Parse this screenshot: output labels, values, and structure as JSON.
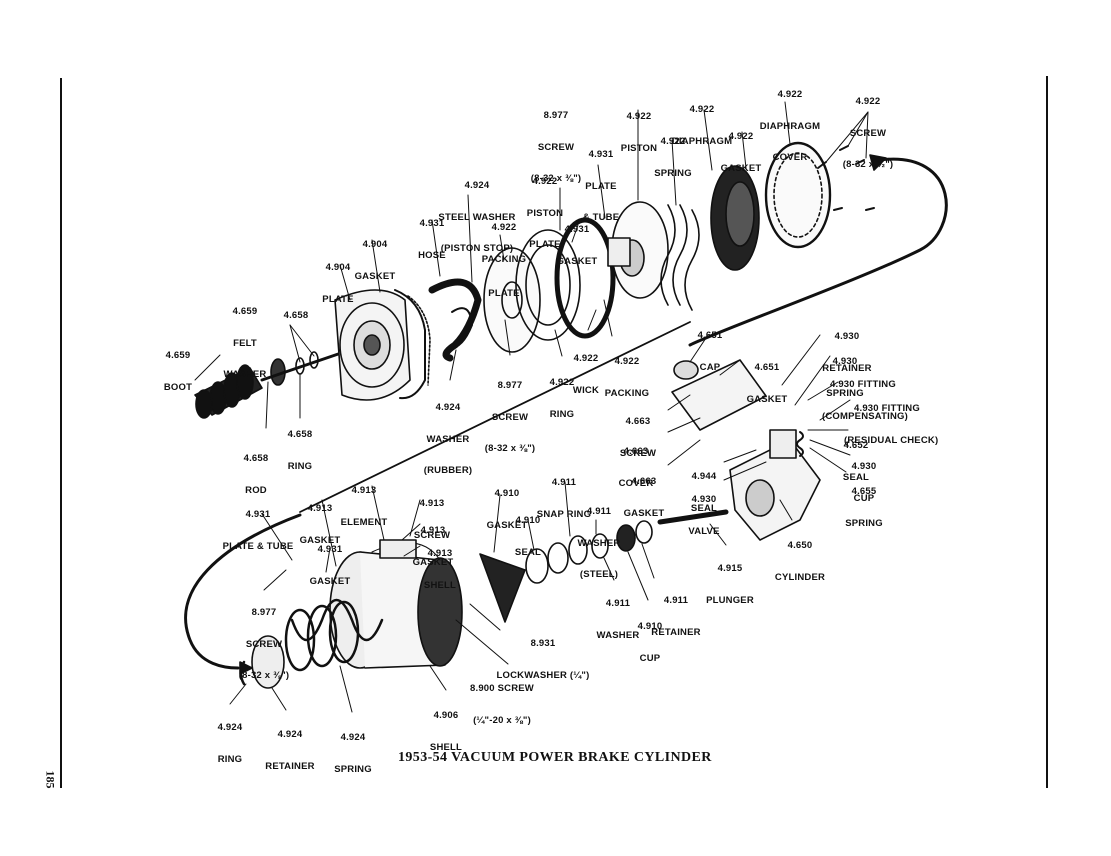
{
  "figure": {
    "caption": "1953-54 VACUUM POWER BRAKE CYLINDER",
    "page_number": "185"
  },
  "labels": [
    {
      "id": "screw-8977-top",
      "lines": [
        "8.977",
        "SCREW",
        "(8-32 x ⅜\")"
      ]
    },
    {
      "id": "piston-4922",
      "lines": [
        "4.922",
        "PISTON"
      ]
    },
    {
      "id": "diaphragm-4922",
      "lines": [
        "4.922",
        "DIAPHRAGM"
      ]
    },
    {
      "id": "diaphragm-cover-4922",
      "lines": [
        "4.922",
        "DIAPHRAGM",
        "COVER"
      ]
    },
    {
      "id": "screw-4922",
      "lines": [
        "4.922",
        "SCREW",
        "(8-32 x ½\")"
      ]
    },
    {
      "id": "plate-tube-4931-top",
      "lines": [
        "4.931",
        "PLATE",
        "& TUBE"
      ]
    },
    {
      "id": "spring-4922",
      "lines": [
        "4.922",
        "SPRING"
      ]
    },
    {
      "id": "gasket-4922",
      "lines": [
        "4.922",
        "GASKET"
      ]
    },
    {
      "id": "steel-washer-4924",
      "lines": [
        "4.924",
        "STEEL WASHER",
        "(PISTON STOP)"
      ]
    },
    {
      "id": "piston-plate-4922",
      "lines": [
        "4.922",
        "PISTON",
        "PLATE"
      ]
    },
    {
      "id": "hose-4931",
      "lines": [
        "4.931",
        "HOSE"
      ]
    },
    {
      "id": "packing-plate-4922",
      "lines": [
        "4.922",
        "PACKING",
        "PLATE"
      ]
    },
    {
      "id": "gasket-4931-top",
      "lines": [
        "4.931",
        "GASKET"
      ]
    },
    {
      "id": "gasket-4904",
      "lines": [
        "4.904",
        "GASKET"
      ]
    },
    {
      "id": "plate-4904",
      "lines": [
        "4.904",
        "PLATE"
      ]
    },
    {
      "id": "felt-washer-4659",
      "lines": [
        "4.659",
        "FELT",
        "WASHER"
      ]
    },
    {
      "id": "label-4658",
      "lines": [
        "4.658"
      ]
    },
    {
      "id": "boot-4659",
      "lines": [
        "4.659",
        "BOOT"
      ]
    },
    {
      "id": "wick-4922",
      "lines": [
        "4.922",
        "WICK"
      ]
    },
    {
      "id": "packing-4922",
      "lines": [
        "4.922",
        "PACKING"
      ]
    },
    {
      "id": "screw-8977-mid",
      "lines": [
        "8.977",
        "SCREW",
        "(8-32 x ⅜\")"
      ]
    },
    {
      "id": "ring-4922",
      "lines": [
        "4.922",
        "RING"
      ]
    },
    {
      "id": "washer-rubber-4924",
      "lines": [
        "4.924",
        "WASHER",
        "(RUBBER)"
      ]
    },
    {
      "id": "ring-4658",
      "lines": [
        "4.658",
        "RING"
      ]
    },
    {
      "id": "rod-4658",
      "lines": [
        "4.658",
        "ROD"
      ]
    },
    {
      "id": "cap-4651",
      "lines": [
        "4.651",
        "CAP"
      ]
    },
    {
      "id": "gasket-4651",
      "lines": [
        "4.651",
        "GASKET"
      ]
    },
    {
      "id": "retainer-4930",
      "lines": [
        "4.930",
        "RETAINER"
      ]
    },
    {
      "id": "spring-4930",
      "lines": [
        "4.930",
        "SPRING"
      ]
    },
    {
      "id": "fitting-comp-4930",
      "lines": [
        "4.930 FITTING",
        "(COMPENSATING)"
      ]
    },
    {
      "id": "fitting-resid-4930",
      "lines": [
        "4.930 FITTING",
        "(RESIDUAL CHECK)"
      ]
    },
    {
      "id": "screw-4663",
      "lines": [
        "4.663",
        "SCREW"
      ]
    },
    {
      "id": "cover-4663",
      "lines": [
        "4.663",
        "COVER"
      ]
    },
    {
      "id": "seal-4652",
      "lines": [
        "4.652",
        "SEAL"
      ]
    },
    {
      "id": "cup-4930",
      "lines": [
        "4.930",
        "CUP"
      ]
    },
    {
      "id": "gasket-4663",
      "lines": [
        "4.663",
        "GASKET"
      ]
    },
    {
      "id": "seal-4944",
      "lines": [
        "4.944",
        "SEAL"
      ]
    },
    {
      "id": "valve-4930",
      "lines": [
        "4.930",
        "VALVE"
      ]
    },
    {
      "id": "spring-4655",
      "lines": [
        "4.655",
        "SPRING"
      ]
    },
    {
      "id": "element-4913",
      "lines": [
        "4.913",
        "ELEMENT"
      ]
    },
    {
      "id": "gasket-4913-left",
      "lines": [
        "4.913",
        "GASKET"
      ]
    },
    {
      "id": "screw-4913",
      "lines": [
        "4.913",
        "SCREW"
      ]
    },
    {
      "id": "gasket-4913-right",
      "lines": [
        "4.913",
        "GASKET"
      ]
    },
    {
      "id": "shell-4913",
      "lines": [
        "4.913",
        "SHELL"
      ]
    },
    {
      "id": "plate-tube-4931-bottom",
      "lines": [
        "4.931",
        "PLATE & TUBE"
      ]
    },
    {
      "id": "gasket-4931-bottom",
      "lines": [
        "4.931",
        "GASKET"
      ]
    },
    {
      "id": "gasket-4910",
      "lines": [
        "4.910",
        "GASKET"
      ]
    },
    {
      "id": "snap-ring-4911",
      "lines": [
        "4.911",
        "SNAP RING"
      ]
    },
    {
      "id": "seal-4910",
      "lines": [
        "4.910",
        "SEAL"
      ]
    },
    {
      "id": "washer-steel-4911",
      "lines": [
        "4.911",
        "WASHER",
        "(STEEL)"
      ]
    },
    {
      "id": "cylinder-4650",
      "lines": [
        "4.650",
        "CYLINDER"
      ]
    },
    {
      "id": "plunger-4915",
      "lines": [
        "4.915",
        "PLUNGER"
      ]
    },
    {
      "id": "screw-8977-bottom",
      "lines": [
        "8.977",
        "SCREW",
        "(8-32 x ⅜\")"
      ]
    },
    {
      "id": "washer-4911",
      "lines": [
        "4.911",
        "WASHER"
      ]
    },
    {
      "id": "retainer-4911",
      "lines": [
        "4.911",
        "RETAINER"
      ]
    },
    {
      "id": "cup-4910",
      "lines": [
        "4.910",
        "CUP"
      ]
    },
    {
      "id": "lockwasher-8931",
      "lines": [
        "8.931",
        "LOCKWASHER (¼\")"
      ]
    },
    {
      "id": "screw-8900",
      "lines": [
        "8.900 SCREW",
        "(¼\"-20 x ⅜\")"
      ]
    },
    {
      "id": "shell-4906",
      "lines": [
        "4.906",
        "SHELL"
      ]
    },
    {
      "id": "ring-4924",
      "lines": [
        "4.924",
        "RING"
      ]
    },
    {
      "id": "retainer-4924",
      "lines": [
        "4.924",
        "RETAINER"
      ]
    },
    {
      "id": "spring-4924",
      "lines": [
        "4.924",
        "SPRING"
      ]
    }
  ]
}
